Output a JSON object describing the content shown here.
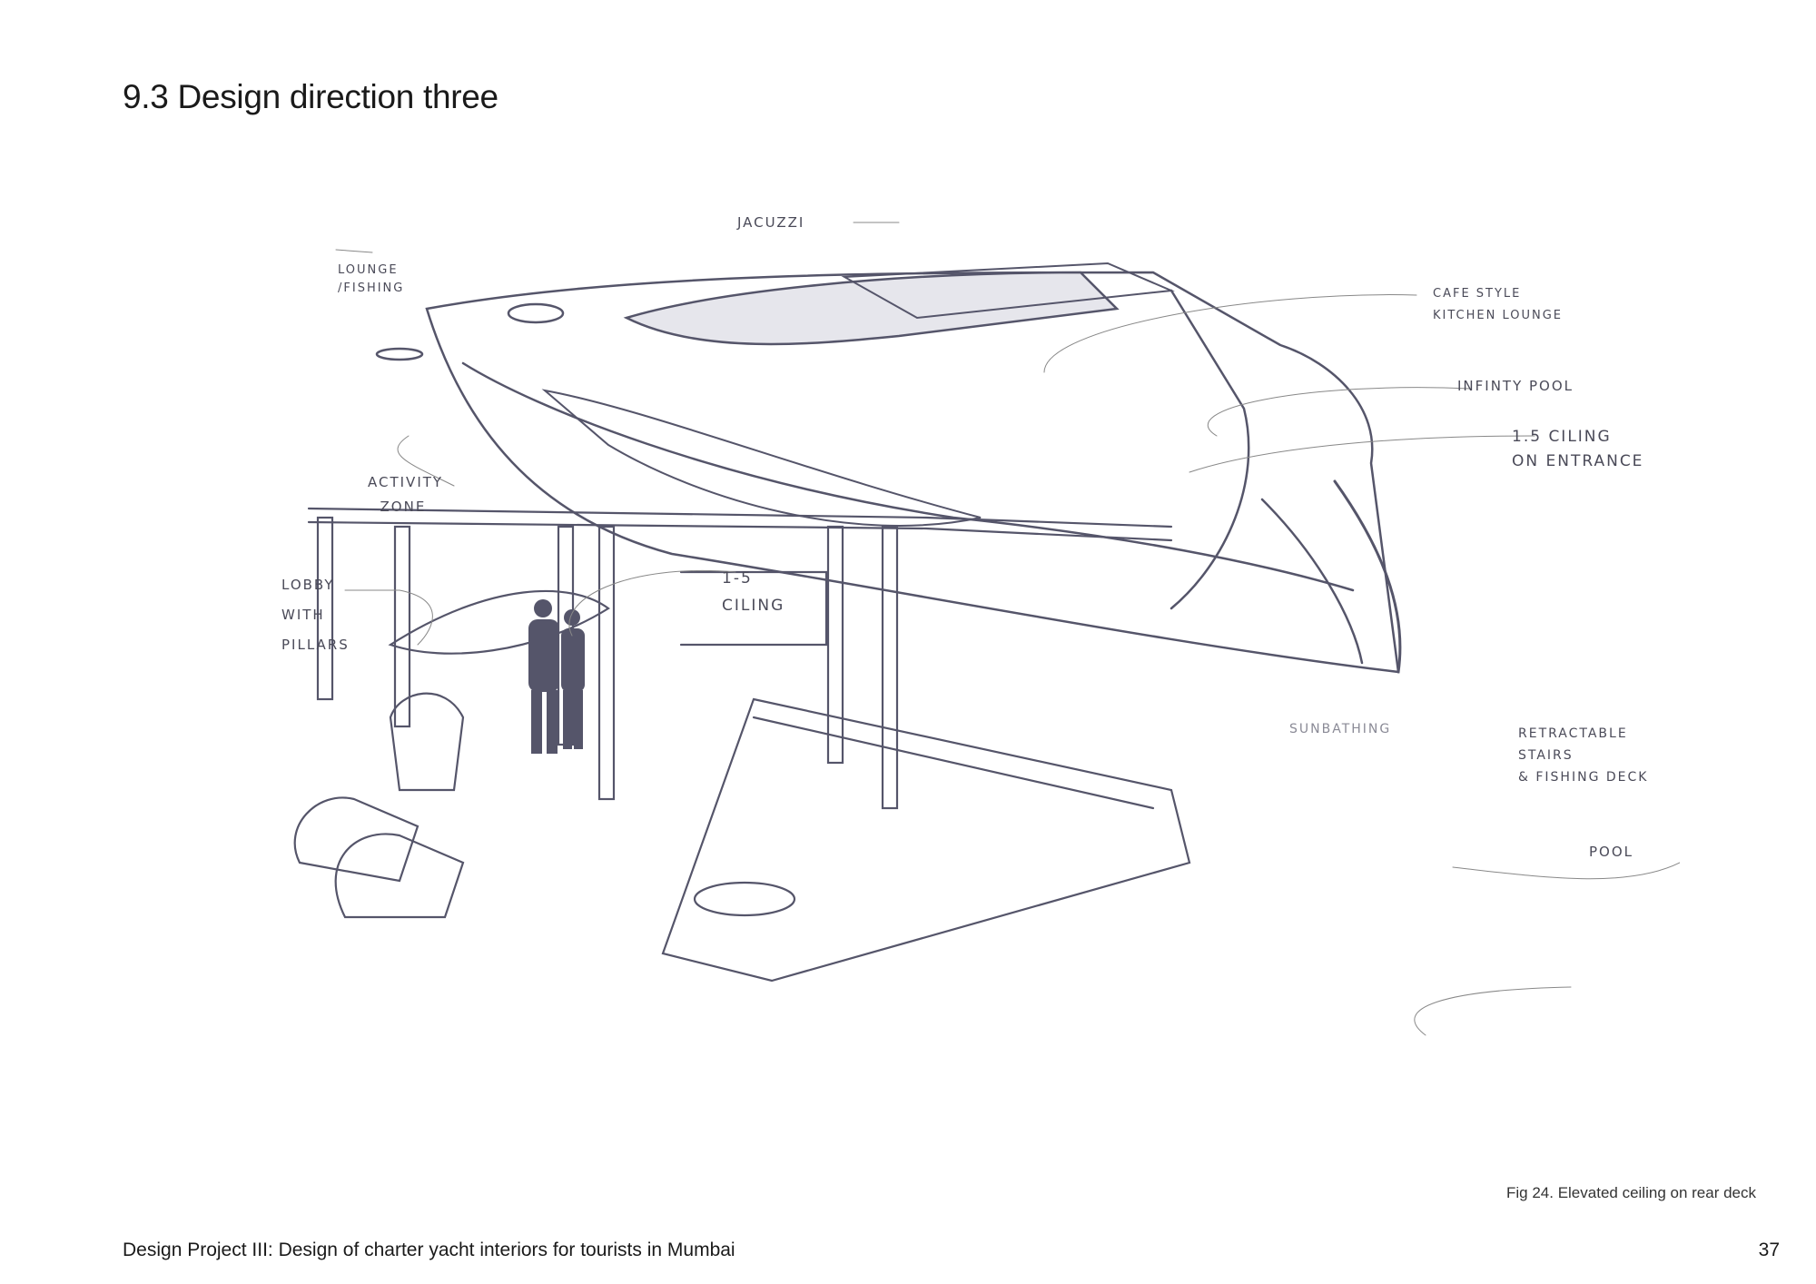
{
  "heading": "9.3 Design direction three",
  "figure": {
    "caption": "Fig 24. Elevated ceiling on rear deck",
    "annotations": {
      "jacuzzi": "JACUZZI",
      "lounge_fishing": "LOUNGE\n/FISHING",
      "cafe_kitchen": "CAFE STYLE\nKITCHEN LOUNGE",
      "infinity_pool": "INFINTY POOL",
      "ceiling_entrance": "1.5 CILING\nON ENTRANCE",
      "activity_zone": "ACTIVITY\n  ZONE",
      "lobby_pillars": "LOBBY\nWITH\nPILLARS",
      "ceiling_15": "1-5\nCILING",
      "sunbathing": "SUNBATHING",
      "retractable_stairs": "RETRACTABLE\nSTAIRS\n& FISHING DECK",
      "pool": "POOL"
    }
  },
  "footer": {
    "project_title": "Design Project III: Design of charter yacht interiors for tourists in Mumbai",
    "page_number": "37"
  },
  "colors": {
    "pencil": "#4a4a58",
    "text": "#1a1a1a"
  }
}
